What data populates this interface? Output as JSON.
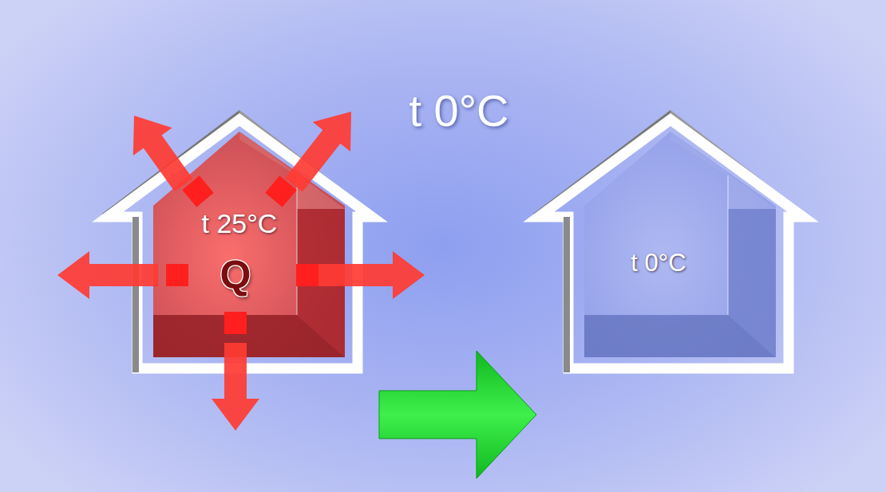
{
  "diagram": {
    "nodes": [
      {
        "text": [
          "t 25°C",
          "Q"
        ]
      },
      {
        "text": [
          "t 0°C"
        ]
      }
    ],
    "edges": [
      {
        "from": 0,
        "to": 1,
        "arrow": "to"
      }
    ],
    "labels": [
      "t 0°C"
    ]
  }
}
